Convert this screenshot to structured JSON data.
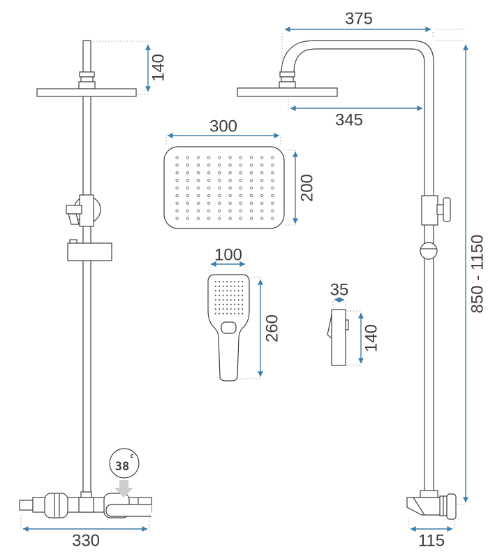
{
  "drawing": {
    "kind": "technical-drawing",
    "subject": "thermostatic shower column set",
    "colors": {
      "line": "#3f3f3f",
      "dim": "#3d7ea8",
      "ext": "#a9adb3",
      "text": "#3d3d3d",
      "muted": "#cdcdcd",
      "bg": "#ffffff"
    },
    "icons": {
      "temperature_pointer": "down-arrow"
    },
    "temperature_badge": {
      "value": "38",
      "unit": "c"
    },
    "left_view": {
      "dims": {
        "head_offset": "140",
        "base_width": "330"
      }
    },
    "rain_head_view": {
      "dims": {
        "width": "300",
        "depth": "200"
      }
    },
    "hand_shower_front": {
      "dims": {
        "width": "100",
        "length": "260"
      }
    },
    "hand_shower_side": {
      "dims": {
        "depth": "35",
        "head_length": "140"
      }
    },
    "right_view": {
      "dims": {
        "arm_reach": "375",
        "head_width": "345",
        "column_height": "850 - 1150",
        "base_depth": "115"
      }
    }
  }
}
